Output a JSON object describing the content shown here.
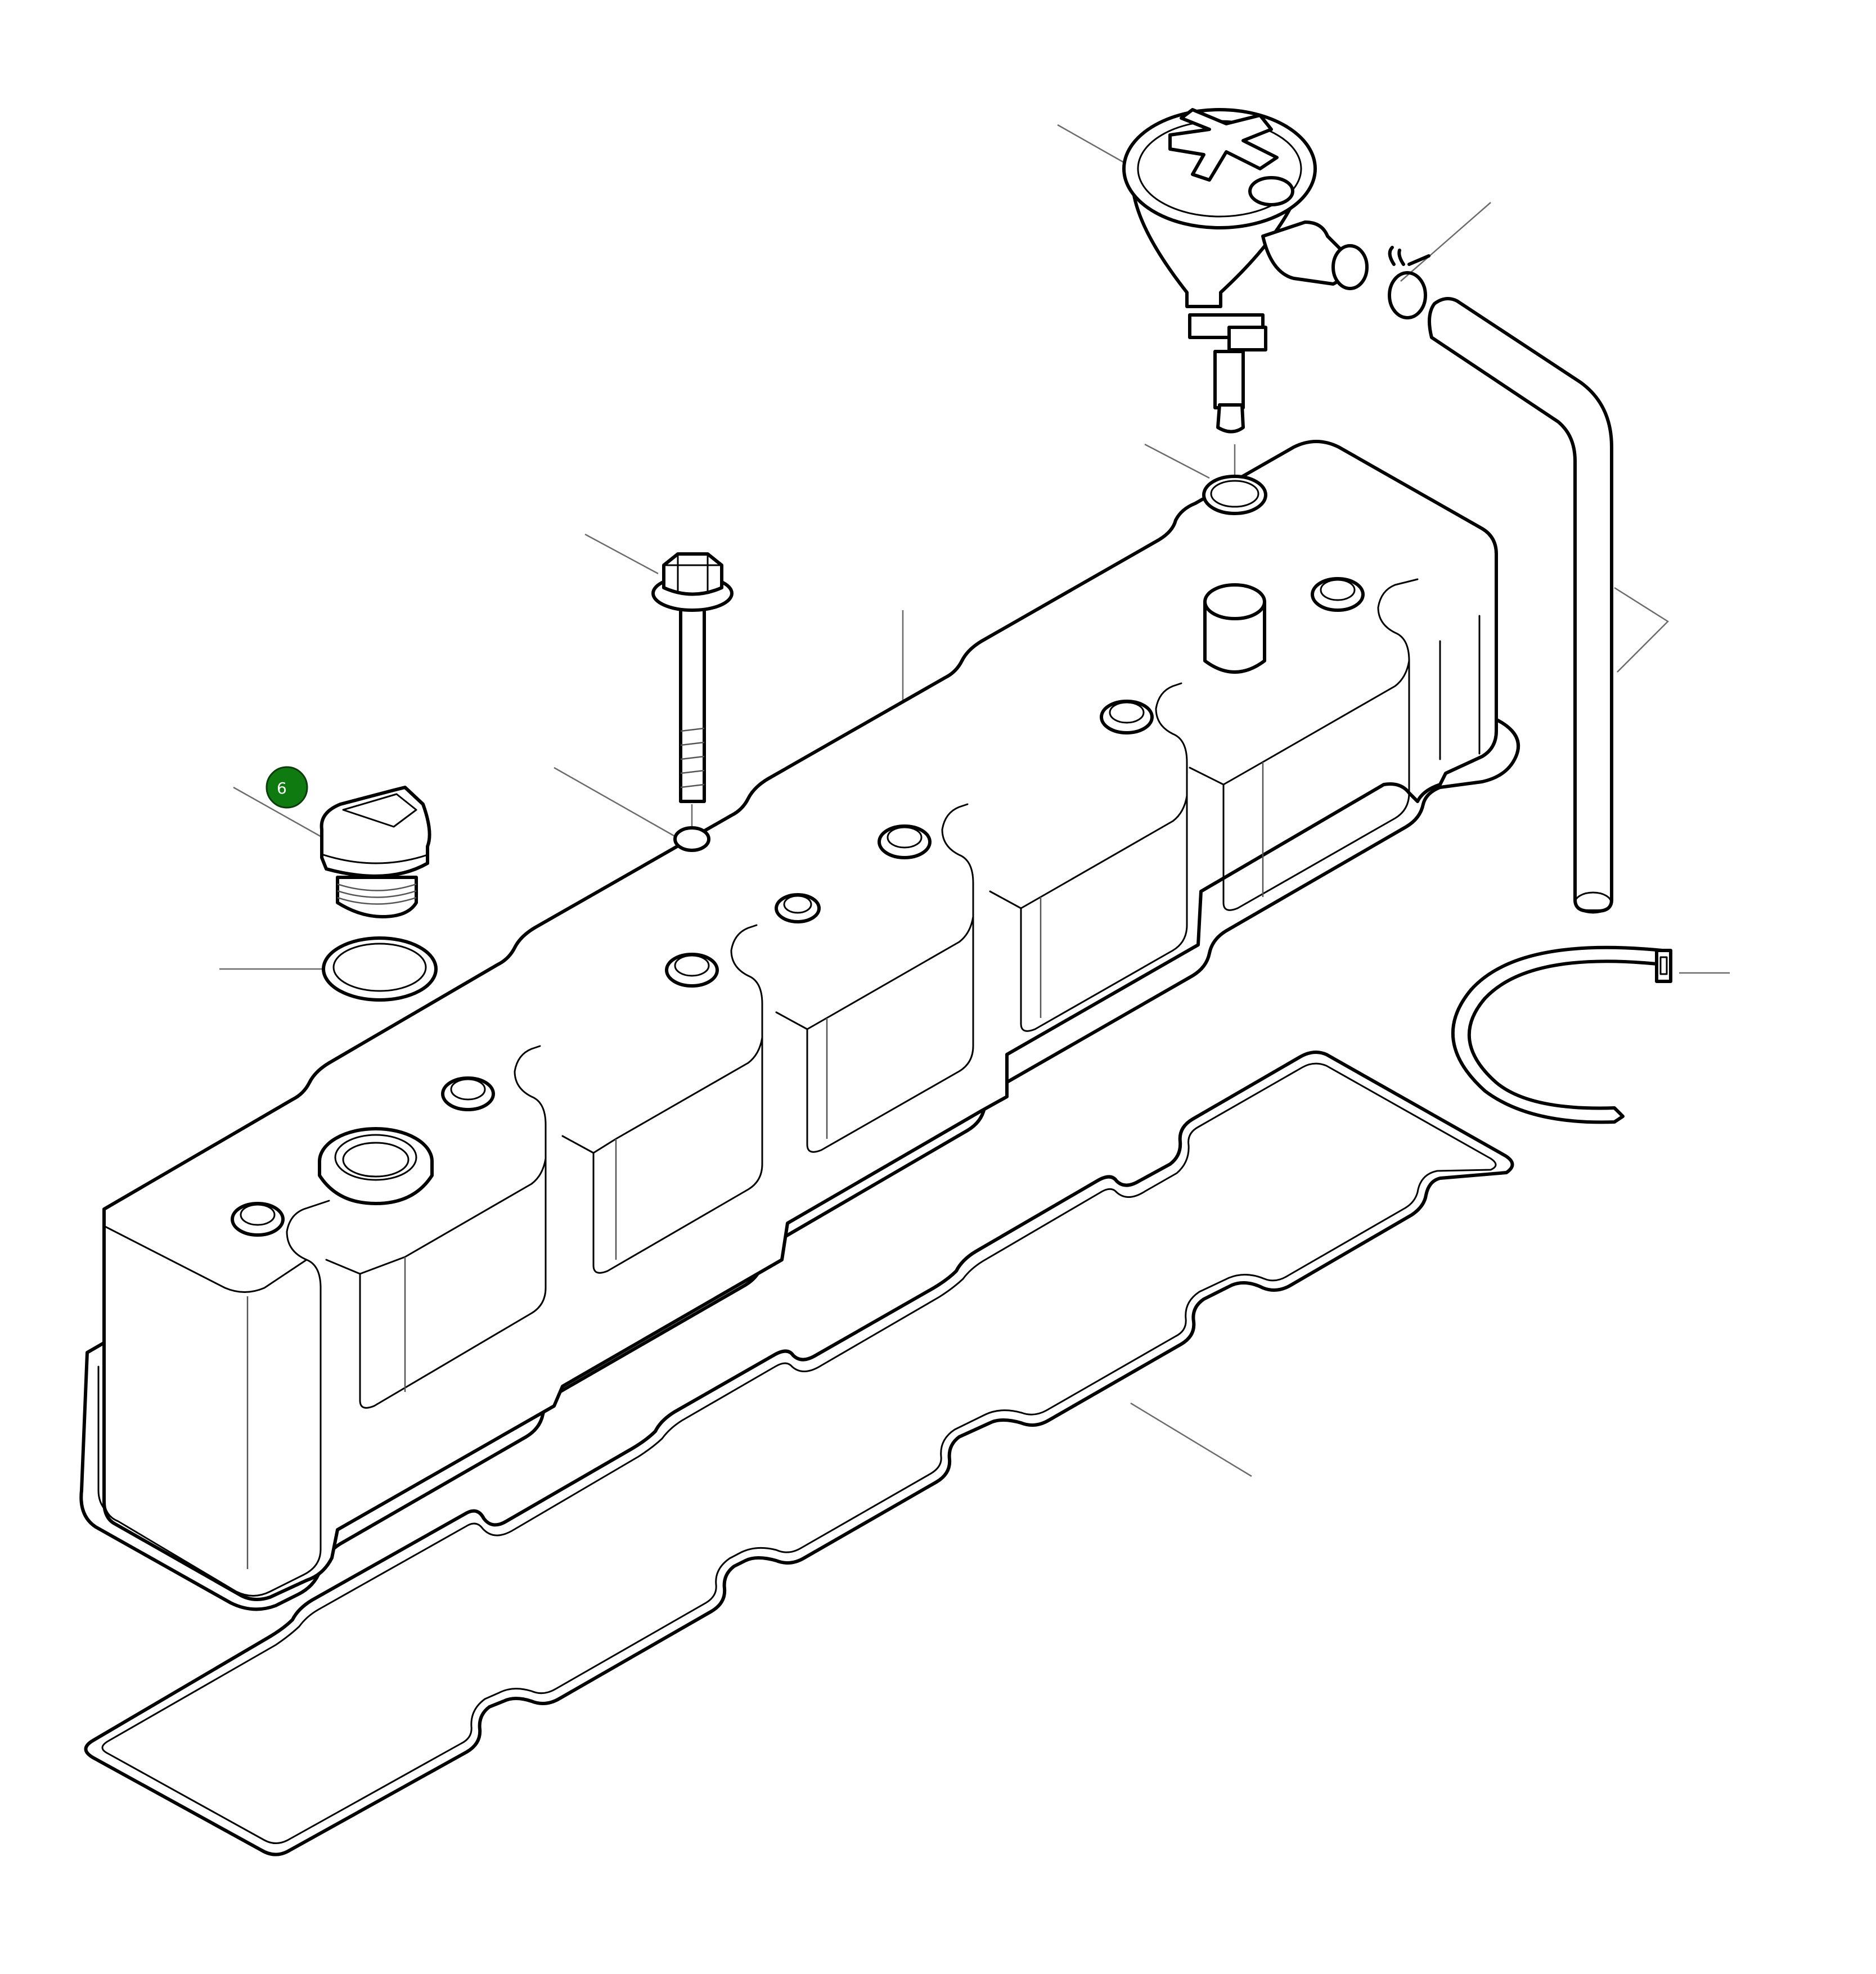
{
  "diagram": {
    "callouts": [
      {
        "id": "callout-6",
        "label": "6",
        "color": "#0f7a0f"
      }
    ],
    "parts": [
      "valve-cover",
      "cover-gasket",
      "oil-filler-cap",
      "filler-cap-seal",
      "cover-bolt",
      "bolt-washer",
      "breather-valve",
      "breather-o-ring",
      "hose-clip",
      "breather-hose",
      "hose-clamp-band"
    ]
  }
}
